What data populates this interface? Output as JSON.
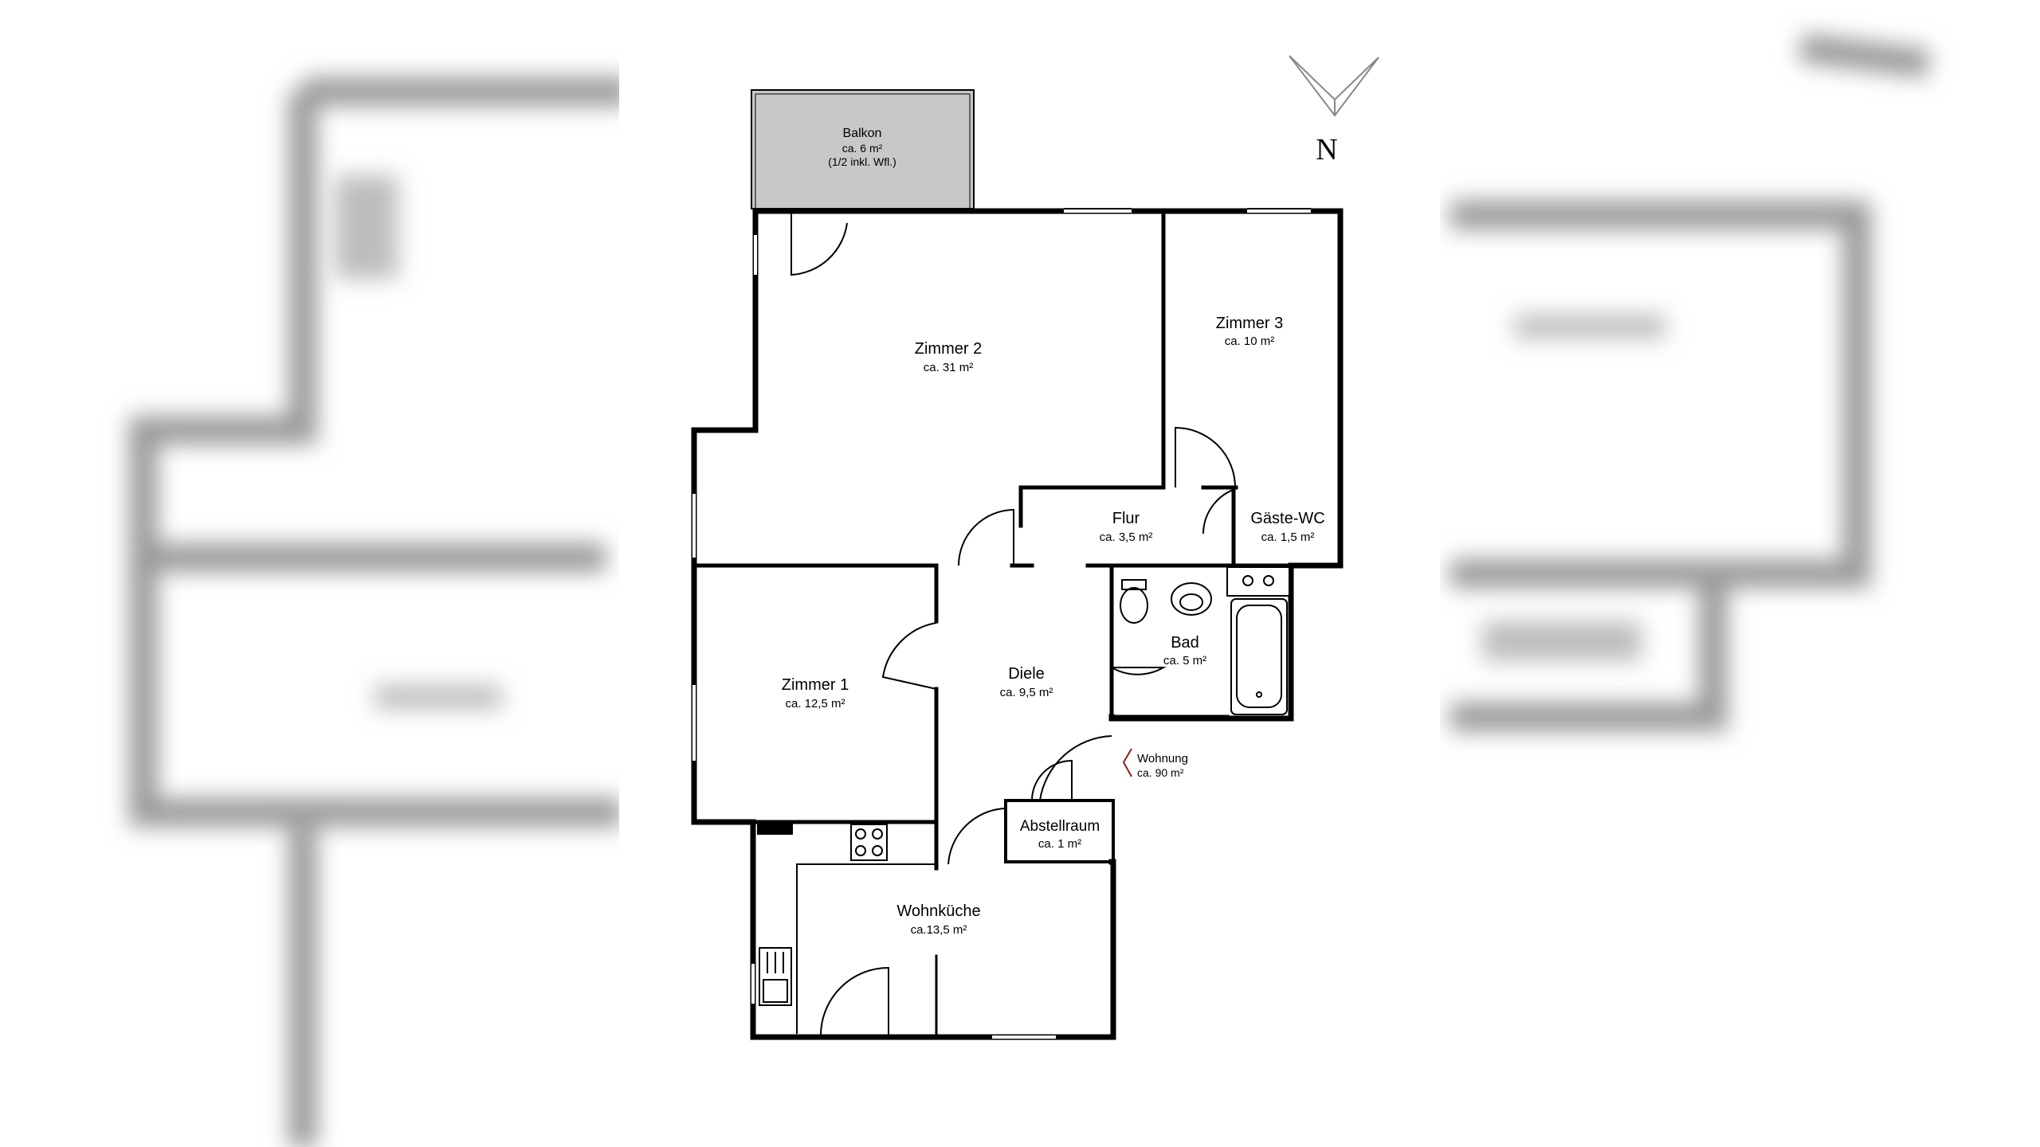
{
  "compass": {
    "label": "N"
  },
  "rooms": {
    "balkon": {
      "name": "Balkon",
      "area": "ca. 6 m²",
      "note": "(1/2 inkl. Wfl.)"
    },
    "zimmer2": {
      "name": "Zimmer 2",
      "area": "ca. 31 m²"
    },
    "zimmer3": {
      "name": "Zimmer 3",
      "area": "ca. 10 m²"
    },
    "flur": {
      "name": "Flur",
      "area": "ca. 3,5 m²"
    },
    "gaeste_wc": {
      "name": "Gäste-WC",
      "area": "ca. 1,5 m²"
    },
    "bad": {
      "name": "Bad",
      "area": "ca. 5 m²"
    },
    "zimmer1": {
      "name": "Zimmer 1",
      "area": "ca. 12,5 m²"
    },
    "diele": {
      "name": "Diele",
      "area": "ca. 9,5 m²"
    },
    "abstellraum": {
      "name": "Abstellraum",
      "area": "ca. 1 m²"
    },
    "wohnkueche": {
      "name": "Wohnküche",
      "area": "ca.13,5 m²"
    }
  },
  "apartment": {
    "name": "Wohnung",
    "area": "ca. 90 m²"
  },
  "colors": {
    "balcony_fill": "#c8c8c8",
    "entrance_arrow": "#8b2020",
    "blur_gray": "#b0b0b0"
  }
}
